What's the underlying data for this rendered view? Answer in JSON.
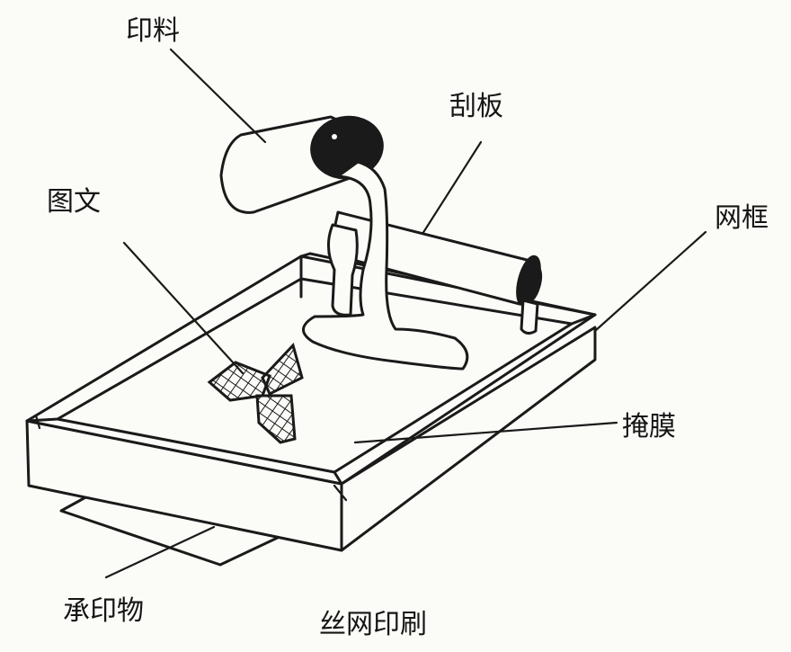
{
  "labels": {
    "ink": "印料",
    "squeegee": "刮板",
    "image_text": "图文",
    "screen_frame": "网框",
    "mask": "掩膜",
    "substrate": "承印物",
    "caption": "丝网印刷"
  }
}
